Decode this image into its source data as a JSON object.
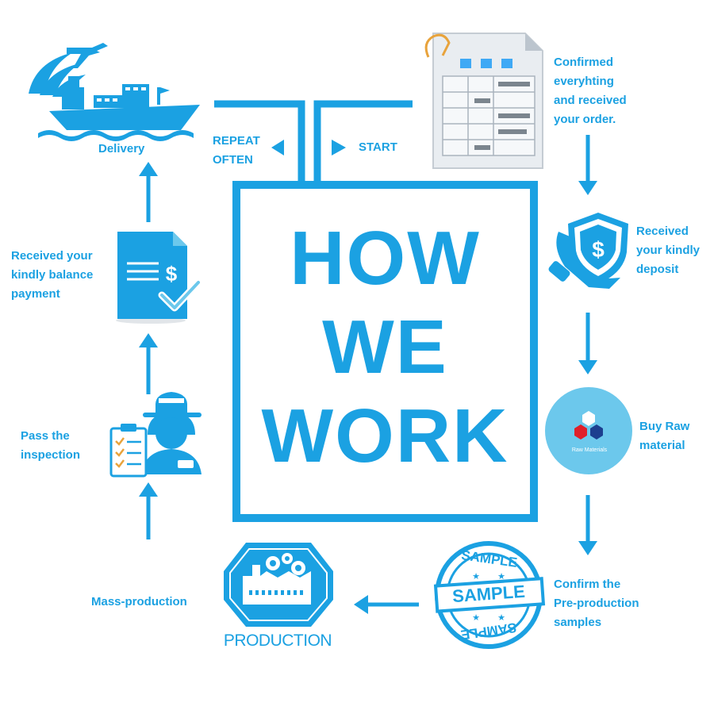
{
  "title": {
    "lines": [
      "HOW",
      "WE",
      "WORK"
    ]
  },
  "flow": {
    "start_label": "START",
    "repeat_label": [
      "REPEAT",
      "OFTEN"
    ]
  },
  "steps": [
    {
      "id": "order",
      "icon": "spreadsheet-icon",
      "lines": [
        "Confirmed",
        "everyhting",
        "and received",
        "your order."
      ]
    },
    {
      "id": "deposit",
      "icon": "hand-dollar-shield-icon",
      "lines": [
        "Received",
        "your kindly",
        "deposit"
      ]
    },
    {
      "id": "raw",
      "icon": "raw-materials-icon",
      "lines": [
        "Buy Raw",
        "material"
      ],
      "icon_text": "Raw Materials"
    },
    {
      "id": "sample",
      "icon": "sample-stamp-icon",
      "lines": [
        "Confirm the",
        "Pre-production",
        "samples"
      ],
      "stamp_text": "SAMPLE"
    },
    {
      "id": "production",
      "icon": "factory-gears-icon",
      "lines": [
        "Mass-production"
      ],
      "icon_text": "PRODUCTION"
    },
    {
      "id": "inspection",
      "icon": "inspector-checklist-icon",
      "lines": [
        "Pass the",
        "inspection"
      ]
    },
    {
      "id": "balance",
      "icon": "invoice-check-icon",
      "lines": [
        "Received your",
        "kindly balance",
        "payment"
      ]
    },
    {
      "id": "delivery",
      "icon": "ship-plane-icon",
      "lines": [
        "Delivery"
      ]
    }
  ],
  "colors": {
    "accent": "#1ba1e2",
    "light_accent": "#6cc8ec",
    "raw_red": "#e0202a",
    "raw_navy": "#1c3f8f"
  }
}
